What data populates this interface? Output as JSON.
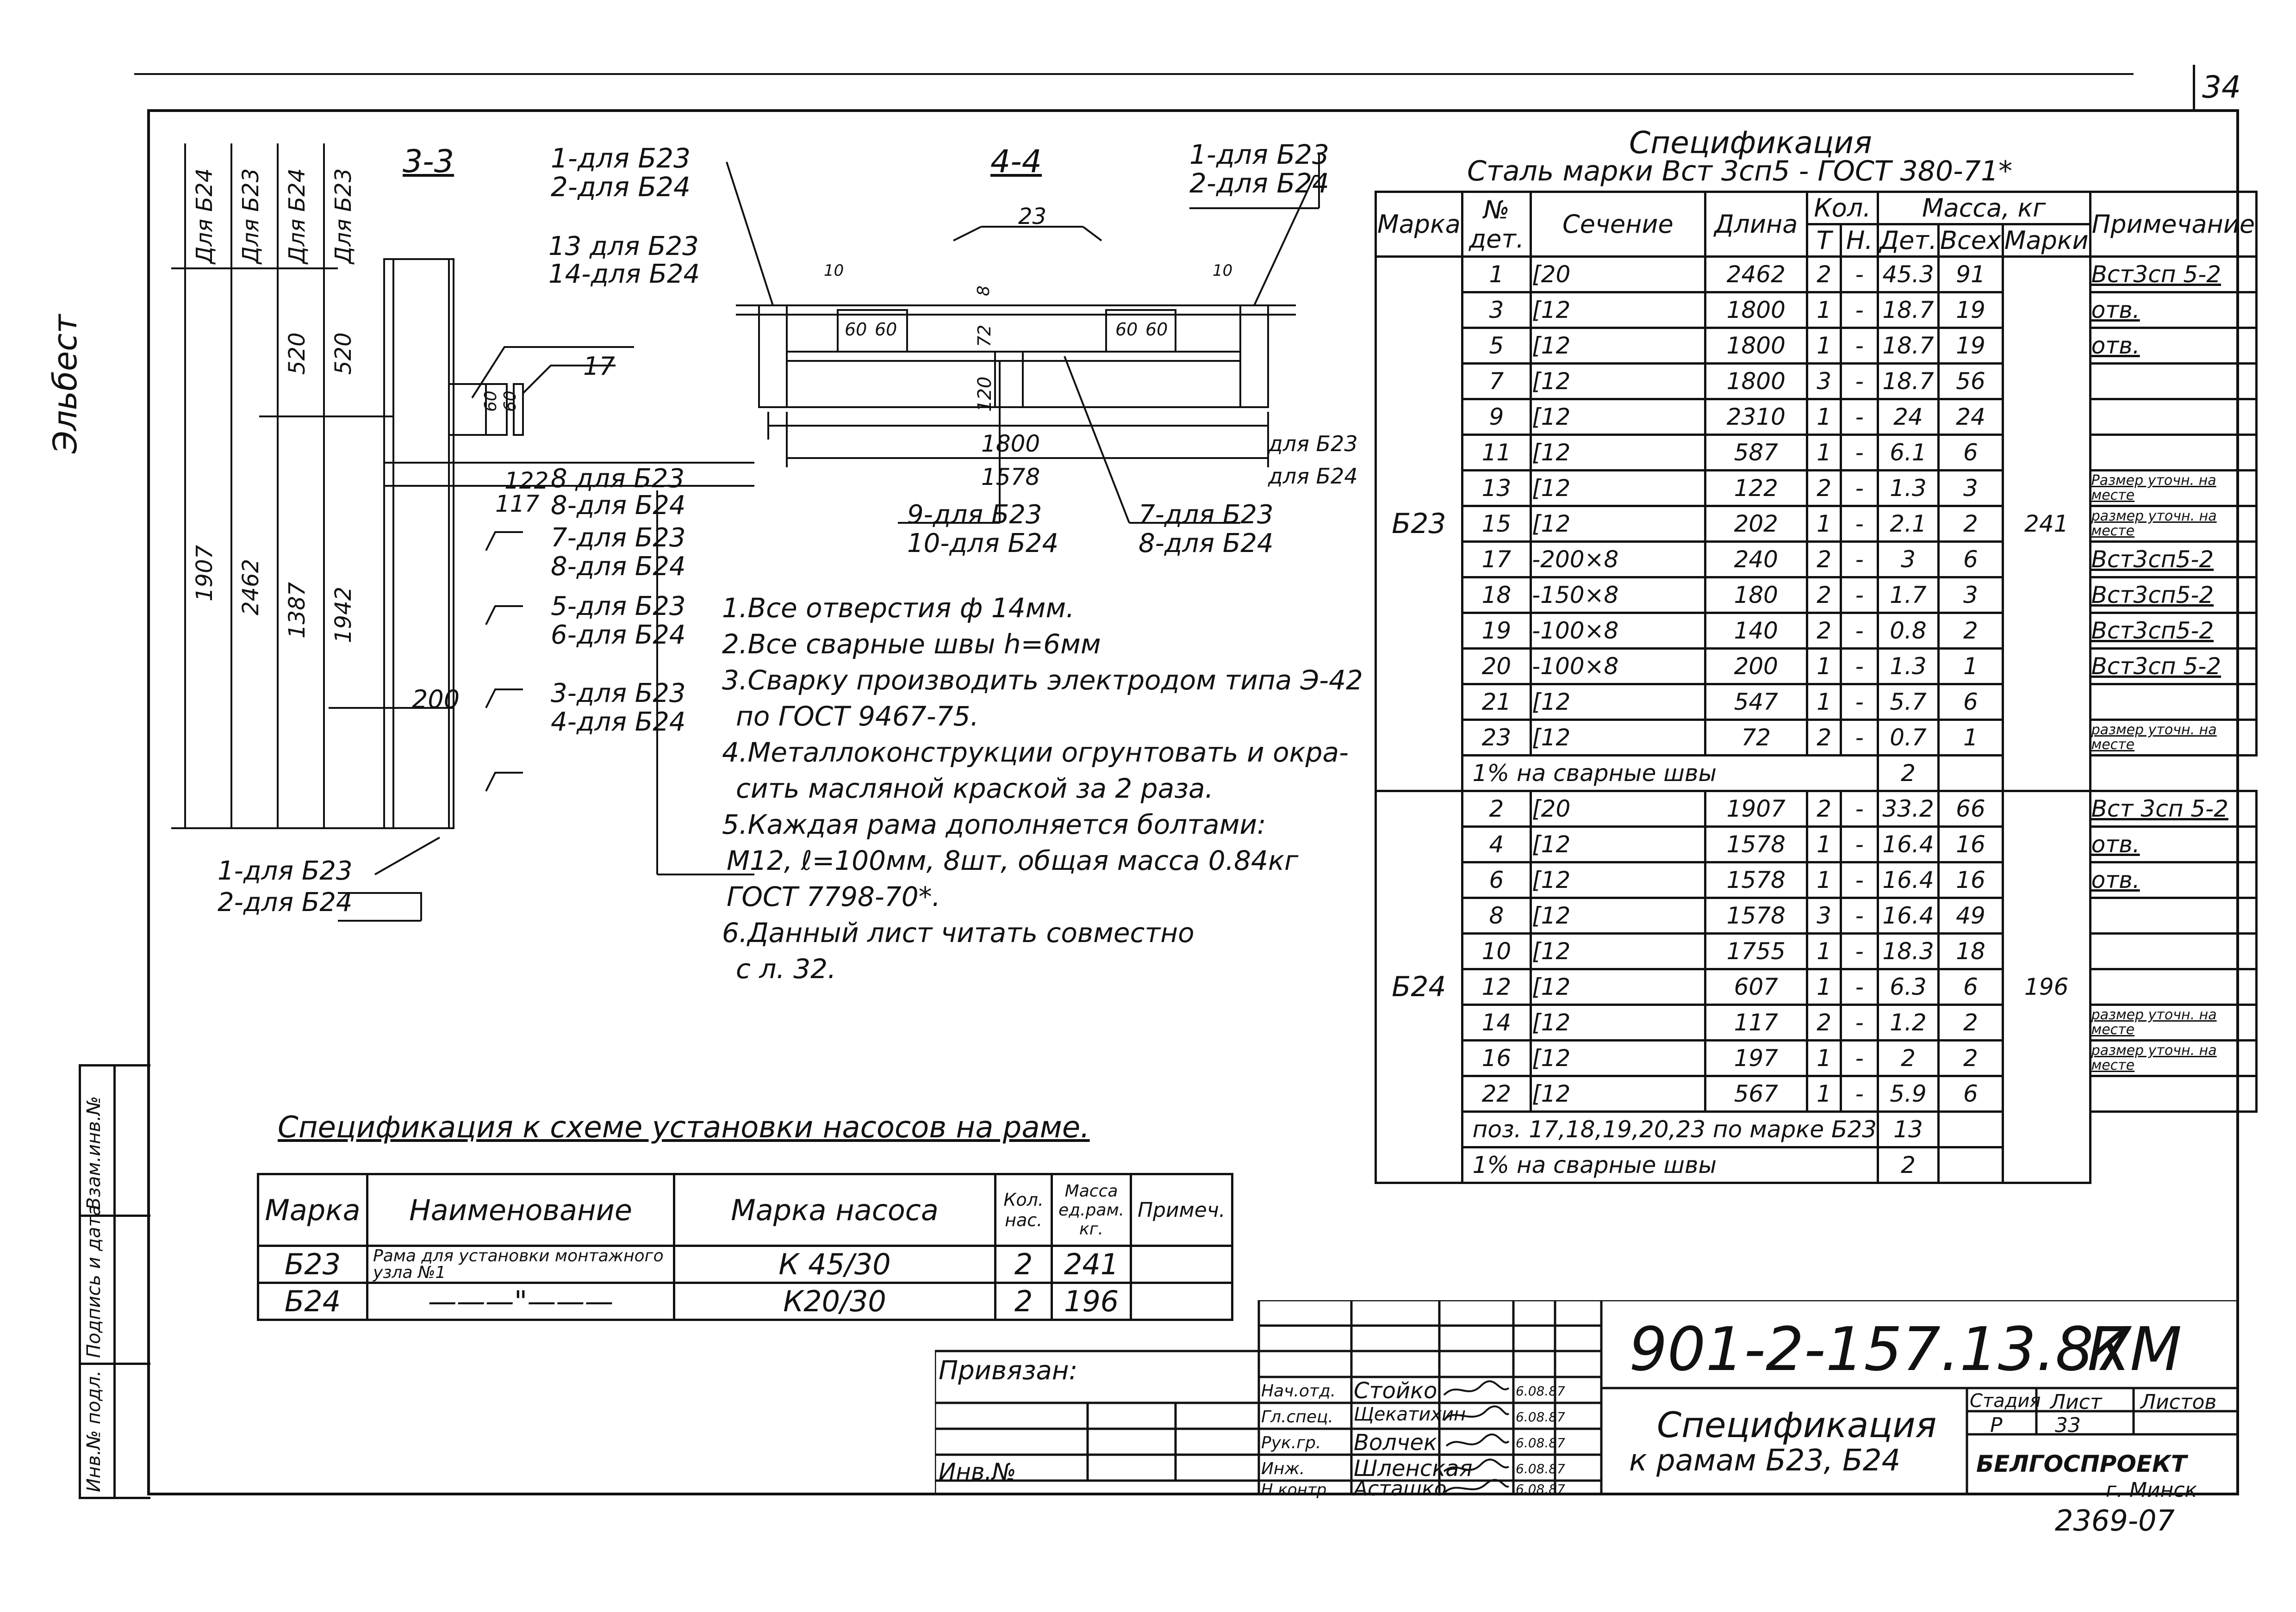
{
  "sheet_number_corner": "34",
  "side_note": "Эльбест",
  "section_3_3": {
    "title": "3-3",
    "stacked_for": [
      "Для Б24",
      "Для Б23",
      "Для Б24",
      "Для Б23"
    ],
    "dims_v": [
      "520",
      "520",
      "1907",
      "2462",
      "1387",
      "1942"
    ],
    "dim_200": "200",
    "dim_122": "122",
    "dim_117": "117",
    "dim_60a": "60",
    "dim_60b": "60",
    "label_17": "17",
    "labels": [
      "1-для Б23",
      "2-для Б24",
      "13 для Б23",
      "14-для Б24",
      "8 для Б23",
      "8-для Б24",
      "7-для Б23",
      "8-для Б24",
      "5-для Б23",
      "6-для Б24",
      "3-для Б23",
      "4-для Б24",
      "1-для Б23",
      "2-для Б24"
    ]
  },
  "section_4_4": {
    "title": "4-4",
    "top_labels": [
      "1-для Б23",
      "2-для Б24"
    ],
    "dim_23": "23",
    "dim_10a": "10",
    "dim_10b": "10",
    "dims_60": [
      "60",
      "60",
      "60",
      "60"
    ],
    "dim_8": "8",
    "dim_72": "72",
    "dim_120": "120",
    "dim_1800": "1800",
    "dim_1578": "1578",
    "dim_for_b23": "для Б23",
    "dim_for_b24": "для Б24",
    "bottom_labels": [
      "9-для Б23",
      "10-для Б24",
      "7-для Б23",
      "8-для Б24"
    ]
  },
  "notes": [
    "1.Все отверстия ф 14мм.",
    "2.Все сварные швы h=6мм",
    "3.Сварку производить электродом типа Э-42",
    "по ГОСТ 9467-75.",
    "4.Металлоконструкции огрунтовать и окра-",
    "сить масляной краской за 2 раза.",
    "5.Каждая рама дополняется болтами:",
    "М12, ℓ=100мм, 8шт, общая масса 0.84кг",
    "ГОСТ 7798-70*.",
    "6.Данный лист читать совместно",
    "с л. 32."
  ],
  "spec": {
    "title": "Спецификация",
    "subtitle": "Сталь марки Вст 3сп5 - ГОСТ 380-71*",
    "headers": {
      "mark": "Марка",
      "det": "№ дет.",
      "section": "Сечение",
      "length": "Длина",
      "qty": "Кол.",
      "qty_t": "Т",
      "qty_n": "Н.",
      "mass": "Масса, кг",
      "mass_det": "Дет.",
      "mass_all": "Всех",
      "mass_mark": "Марки",
      "note": "Примечание"
    },
    "b23": {
      "mark": "Б23",
      "mark_mass": "241",
      "rows": [
        [
          "1",
          "[20",
          "2462",
          "2",
          "-",
          "45.3",
          "91",
          "Вст3сп 5-2"
        ],
        [
          "3",
          "[12",
          "1800",
          "1",
          "-",
          "18.7",
          "19",
          "отв."
        ],
        [
          "5",
          "[12",
          "1800",
          "1",
          "-",
          "18.7",
          "19",
          "отв."
        ],
        [
          "7",
          "[12",
          "1800",
          "3",
          "-",
          "18.7",
          "56",
          ""
        ],
        [
          "9",
          "[12",
          "2310",
          "1",
          "-",
          "24",
          "24",
          ""
        ],
        [
          "11",
          "[12",
          "587",
          "1",
          "-",
          "6.1",
          "6",
          ""
        ],
        [
          "13",
          "[12",
          "122",
          "2",
          "-",
          "1.3",
          "3",
          "Размер уточн. на месте"
        ],
        [
          "15",
          "[12",
          "202",
          "1",
          "-",
          "2.1",
          "2",
          "размер уточн. на месте"
        ],
        [
          "17",
          "-200×8",
          "240",
          "2",
          "-",
          "3",
          "6",
          "Вст3сп5-2"
        ],
        [
          "18",
          "-150×8",
          "180",
          "2",
          "-",
          "1.7",
          "3",
          "Вст3сп5-2"
        ],
        [
          "19",
          "-100×8",
          "140",
          "2",
          "-",
          "0.8",
          "2",
          "Вст3сп5-2"
        ],
        [
          "20",
          "-100×8",
          "200",
          "1",
          "-",
          "1.3",
          "1",
          "Вст3сп 5-2"
        ],
        [
          "21",
          "[12",
          "547",
          "1",
          "-",
          "5.7",
          "6",
          ""
        ],
        [
          "23",
          "[12",
          "72",
          "2",
          "-",
          "0.7",
          "1",
          "размер уточн. на месте"
        ]
      ],
      "weld_label": "1% на сварные швы",
      "weld_value": "2"
    },
    "b24": {
      "mark": "Б24",
      "mark_mass": "196",
      "rows": [
        [
          "2",
          "[20",
          "1907",
          "2",
          "-",
          "33.2",
          "66",
          "Вст 3сп 5-2"
        ],
        [
          "4",
          "[12",
          "1578",
          "1",
          "-",
          "16.4",
          "16",
          "отв."
        ],
        [
          "6",
          "[12",
          "1578",
          "1",
          "-",
          "16.4",
          "16",
          "отв."
        ],
        [
          "8",
          "[12",
          "1578",
          "3",
          "-",
          "16.4",
          "49",
          ""
        ],
        [
          "10",
          "[12",
          "1755",
          "1",
          "-",
          "18.3",
          "18",
          ""
        ],
        [
          "12",
          "[12",
          "607",
          "1",
          "-",
          "6.3",
          "6",
          ""
        ],
        [
          "14",
          "[12",
          "117",
          "2",
          "-",
          "1.2",
          "2",
          "размер уточн. на месте"
        ],
        [
          "16",
          "[12",
          "197",
          "1",
          "-",
          "2",
          "2",
          "размер уточн. на месте"
        ],
        [
          "22",
          "[12",
          "567",
          "1",
          "-",
          "5.9",
          "6",
          ""
        ]
      ],
      "pos_label": "поз. 17,18,19,20,23 по марке Б23",
      "pos_value": "13",
      "weld_label": "1% на сварные швы",
      "weld_value": "2"
    }
  },
  "pump_spec": {
    "title": "Спецификация к схеме установки насосов на раме.",
    "headers": [
      "Марка",
      "Наименование",
      "Марка насоса",
      "Кол. нас.",
      "Масса ед.рам. кг.",
      "Примеч."
    ],
    "rows": [
      [
        "Б23",
        "Рама для установки монтажного узла №1",
        "К 45/30",
        "2",
        "241",
        ""
      ],
      [
        "Б24",
        "———\"———",
        "К20/30",
        "2",
        "196",
        ""
      ]
    ]
  },
  "stamp": {
    "doc_code": "901-2-157.13.87",
    "doc_type": "КМ",
    "privyazan": "Привязан:",
    "inv_no": "Инв.№",
    "roles": [
      "Нач.отд.",
      "Гл.спец.",
      "Рук.гр.",
      "Инж.",
      "Н.контр."
    ],
    "names": [
      "Стойко",
      "Щекатихин",
      "Волчек",
      "Шленская",
      "Асташко"
    ],
    "dates": [
      "6.08.87",
      "6.08.87",
      "6.08.87",
      "6.08.87",
      "6.08.87"
    ],
    "sheet_title_1": "Спецификация",
    "sheet_title_2": "к рамам Б23, Б24",
    "stage_label": "Стадия",
    "sheet_label": "Лист",
    "sheets_label": "Листов",
    "stage": "Р",
    "sheet": "33",
    "org": "БЕЛГОСПРОЕКТ",
    "city": "г. Минск",
    "bottom_no": "2369-07"
  },
  "left_margin_labels": [
    "Инв.№ подл.",
    "Подпись и дата",
    "Взам.инв.№"
  ]
}
